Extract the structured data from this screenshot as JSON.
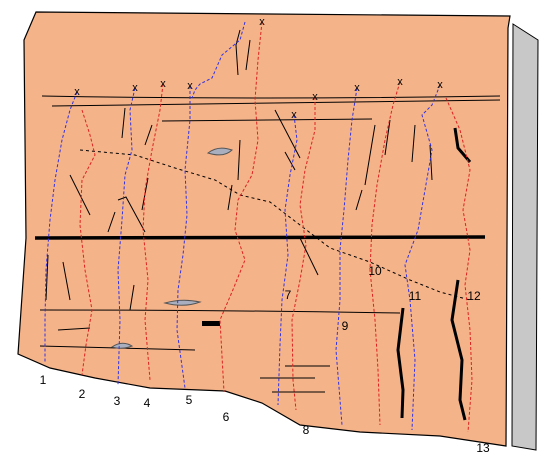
{
  "colors": {
    "rock": "#F5B38A",
    "side_wall": "#C8C8C8",
    "outline": "#000000",
    "route_blue": "#3333DD",
    "route_red": "#DD2222",
    "hold": "#A9AFBF",
    "background": "#FFFFFF"
  },
  "top_mark": "x",
  "routes": [
    {
      "label": "1",
      "color": "blue"
    },
    {
      "label": "2",
      "color": "red"
    },
    {
      "label": "3",
      "color": "blue"
    },
    {
      "label": "4",
      "color": "red"
    },
    {
      "label": "5",
      "color": "blue"
    },
    {
      "label": "6",
      "color": "red"
    },
    {
      "label": "7",
      "color": "blue"
    },
    {
      "label": "8",
      "color": "red"
    },
    {
      "label": "9",
      "color": "blue"
    },
    {
      "label": "10",
      "color": "red"
    },
    {
      "label": "11",
      "color": "blue"
    },
    {
      "label": "12",
      "color": "red"
    },
    {
      "label": "13",
      "color": "blue"
    }
  ]
}
